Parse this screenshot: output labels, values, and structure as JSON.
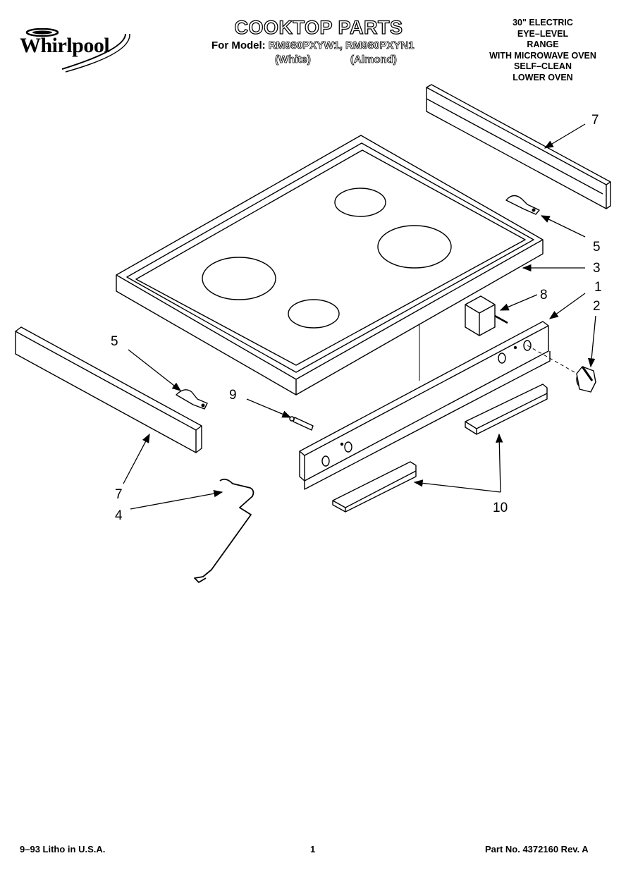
{
  "header": {
    "brand": "Whirlpool",
    "title": "COOKTOP PARTS",
    "model_prefix": "For Model:",
    "models": "RM980PXYW1, RM980PXYN1",
    "finish_1": "(White)",
    "finish_2": "(Almond)"
  },
  "specs": [
    "30\" ELECTRIC",
    "EYE–LEVEL",
    "RANGE",
    "WITH MICROWAVE OVEN",
    "SELF–CLEAN",
    "LOWER OVEN"
  ],
  "callouts": {
    "c7_top": "7",
    "c5_right": "5",
    "c3": "3",
    "c8": "8",
    "c1": "1",
    "c2": "2",
    "c5_left": "5",
    "c9": "9",
    "c7_bottom": "7",
    "c4": "4",
    "c10": "10"
  },
  "footer": {
    "date": "9–93  Litho in U.S.A.",
    "page": "1",
    "part_no": "Part No. 4372160 Rev. A"
  }
}
